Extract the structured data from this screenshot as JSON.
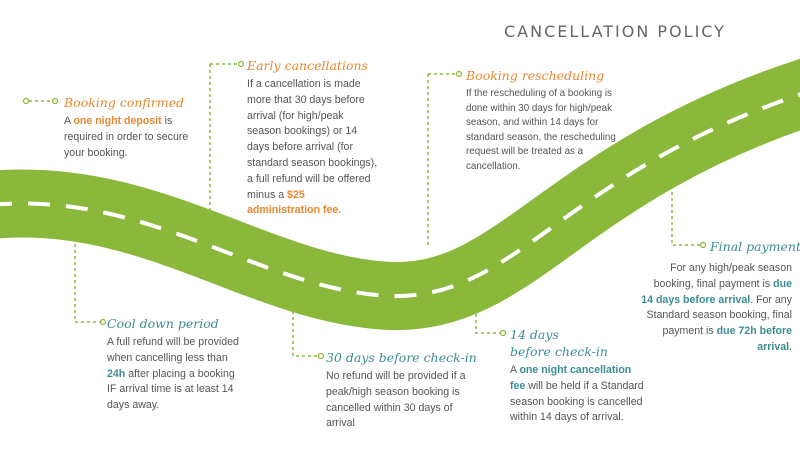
{
  "title": "CANCELLATION POLICY",
  "colors": {
    "road": "#8ab83a",
    "dash": "#ffffff",
    "connector": "#8ab83a",
    "orange": "#e8872e",
    "teal": "#3c8d93",
    "text": "#555555"
  },
  "steps": {
    "booking_confirmed": {
      "title": "Booking confirmed",
      "body": [
        "A ",
        "one night deposit",
        " is required in order to secure your booking."
      ]
    },
    "early_cancellations": {
      "title": "Early cancellations",
      "body": [
        "If a cancellation is made more that 30 days before arrival (for high/peak season bookings) or 14 days before arrival (for standard season bookings), a full refund will be offered minus a ",
        "$25 administration fee",
        "."
      ]
    },
    "booking_rescheduling": {
      "title": "Booking rescheduling",
      "body": "If the rescheduling of a booking is done within 30 days for high/peak season, and within 14 days for standard season, the rescheduling request will be treated as a cancellation."
    },
    "cool_down": {
      "title": "Cool down period",
      "body": [
        "A full refund will be provided when cancelling less than ",
        "24h",
        " after placing a booking IF arrival time is at least 14 days away."
      ]
    },
    "thirty_days": {
      "title": "30 days before check-in",
      "body": "No refund will be provided if a peak/high season booking is cancelled within 30 days of arrival"
    },
    "fourteen_days": {
      "title_line1": "14 days",
      "title_line2": "before check-in",
      "body": [
        "A ",
        "one night cancellation fee",
        " will be held if a Standard season booking is cancelled within 14 days of arrival."
      ]
    },
    "final_payment": {
      "title": "Final payment",
      "body": [
        "For any high/peak season booking, final payment is ",
        "due 14 days before arrival",
        ". For any Standard season booking, final payment is ",
        "due 72h before arrival",
        "."
      ]
    }
  }
}
